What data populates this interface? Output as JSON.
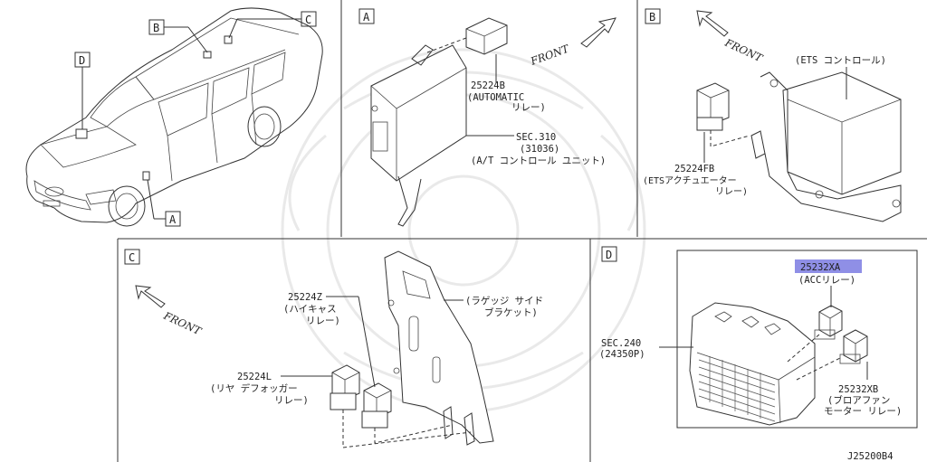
{
  "panels": {
    "vehicle": {
      "tags": [
        "A",
        "B",
        "C",
        "D"
      ]
    },
    "a": {
      "tag": "A",
      "front": "FRONT",
      "relay_part": "25224B",
      "relay_name": "(AUTOMATIC",
      "relay_name2": "リレー)",
      "unit_sec": "SEC.310",
      "unit_num": "(31036)",
      "unit_name": "(A/T コントロール ユニット)"
    },
    "b": {
      "tag": "B",
      "front": "FRONT",
      "control": "(ETS コントロール)",
      "relay_part": "25224FB",
      "relay_name": "(ETSアクチュエーター",
      "relay_name2": "リレー)"
    },
    "c": {
      "tag": "C",
      "front": "FRONT",
      "bracket": "(ラゲッジ サイド",
      "bracket2": "ブラケット)",
      "relay1_part": "25224Z",
      "relay1_name": "(ハイキャス",
      "relay1_name2": "リレー)",
      "relay2_part": "25224L",
      "relay2_name": "(リヤ デフォッガー",
      "relay2_name2": "リレー)"
    },
    "d": {
      "tag": "D",
      "acc_part": "25232XA",
      "acc_name": "(ACCリレー)",
      "sec": "SEC.240",
      "sec_num": "(24350P)",
      "blower_part": "25232XB",
      "blower_name": "(ブロアファン",
      "blower_name2": "モーター リレー)"
    }
  },
  "diagram_id": "J25200B4",
  "colors": {
    "highlight": "#8f8fe6",
    "line": "#333333"
  }
}
